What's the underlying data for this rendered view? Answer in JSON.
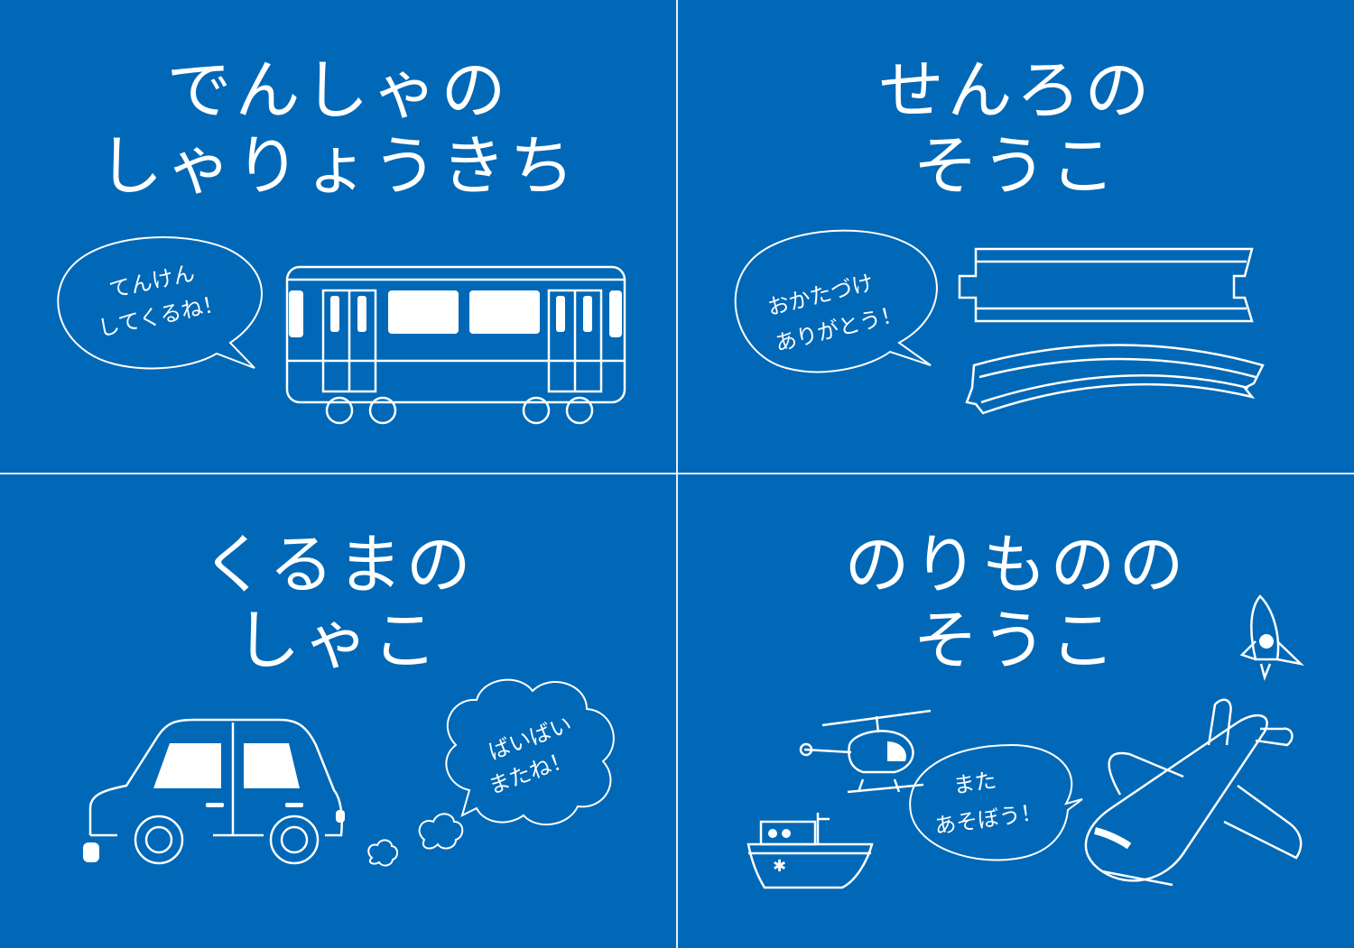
{
  "panels": [
    {
      "title_line1": "でんしゃの",
      "title_line2": "しゃりょうきち",
      "bubble_line1": "てんけん",
      "bubble_line2": "してくるね！"
    },
    {
      "title_line1": "せんろの",
      "title_line2": "そうこ",
      "bubble_line1": "おかたづけ",
      "bubble_line2": "ありがとう！"
    },
    {
      "title_line1": "くるまの",
      "title_line2": "しゃこ",
      "bubble_line1": "ばいばい",
      "bubble_line2": "またね！"
    },
    {
      "title_line1": "のりものの",
      "title_line2": "そうこ",
      "bubble_line1": "また",
      "bubble_line2": "あそぼう！"
    }
  ],
  "colors": {
    "background": "#0068b6",
    "line": "#ffffff"
  },
  "icons": [
    "train-icon",
    "rail-track-icon",
    "car-icon",
    "helicopter-icon",
    "ship-icon",
    "airplane-icon",
    "rocket-icon"
  ]
}
